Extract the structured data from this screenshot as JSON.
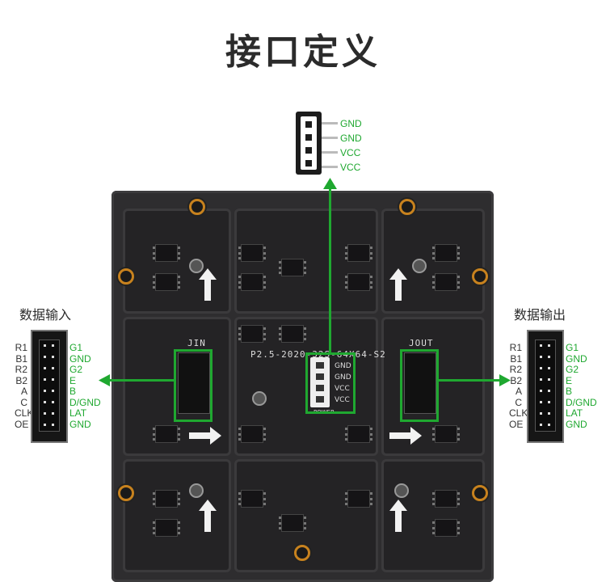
{
  "title": "接口定义",
  "power_connector": {
    "pins": [
      "GND",
      "GND",
      "VCC",
      "VCC"
    ]
  },
  "input": {
    "heading": "数据输入",
    "left_pins": [
      "R1",
      "B1",
      "R2",
      "B2",
      "A",
      "C",
      "CLK",
      "OE"
    ],
    "right_pins": [
      "G1",
      "GND",
      "G2",
      "E",
      "B",
      "D/GND",
      "LAT",
      "GND"
    ]
  },
  "output": {
    "heading": "数据输出",
    "left_pins": [
      "R1",
      "B1",
      "R2",
      "B2",
      "A",
      "C",
      "CLK",
      "OE"
    ],
    "right_pins": [
      "G1",
      "GND",
      "G2",
      "E",
      "B",
      "D/GND",
      "LAT",
      "GND"
    ]
  },
  "board": {
    "jin_label": "JIN",
    "jout_label": "JOUT",
    "model": "P2.5-2020-32S-64X64-S2",
    "power_label": "POWER",
    "power_pins": [
      "GND",
      "GND",
      "VCC",
      "VCC"
    ]
  },
  "colors": {
    "accent": "#1fa830",
    "board": "#2e2d2f",
    "screw": "#c8821e"
  }
}
